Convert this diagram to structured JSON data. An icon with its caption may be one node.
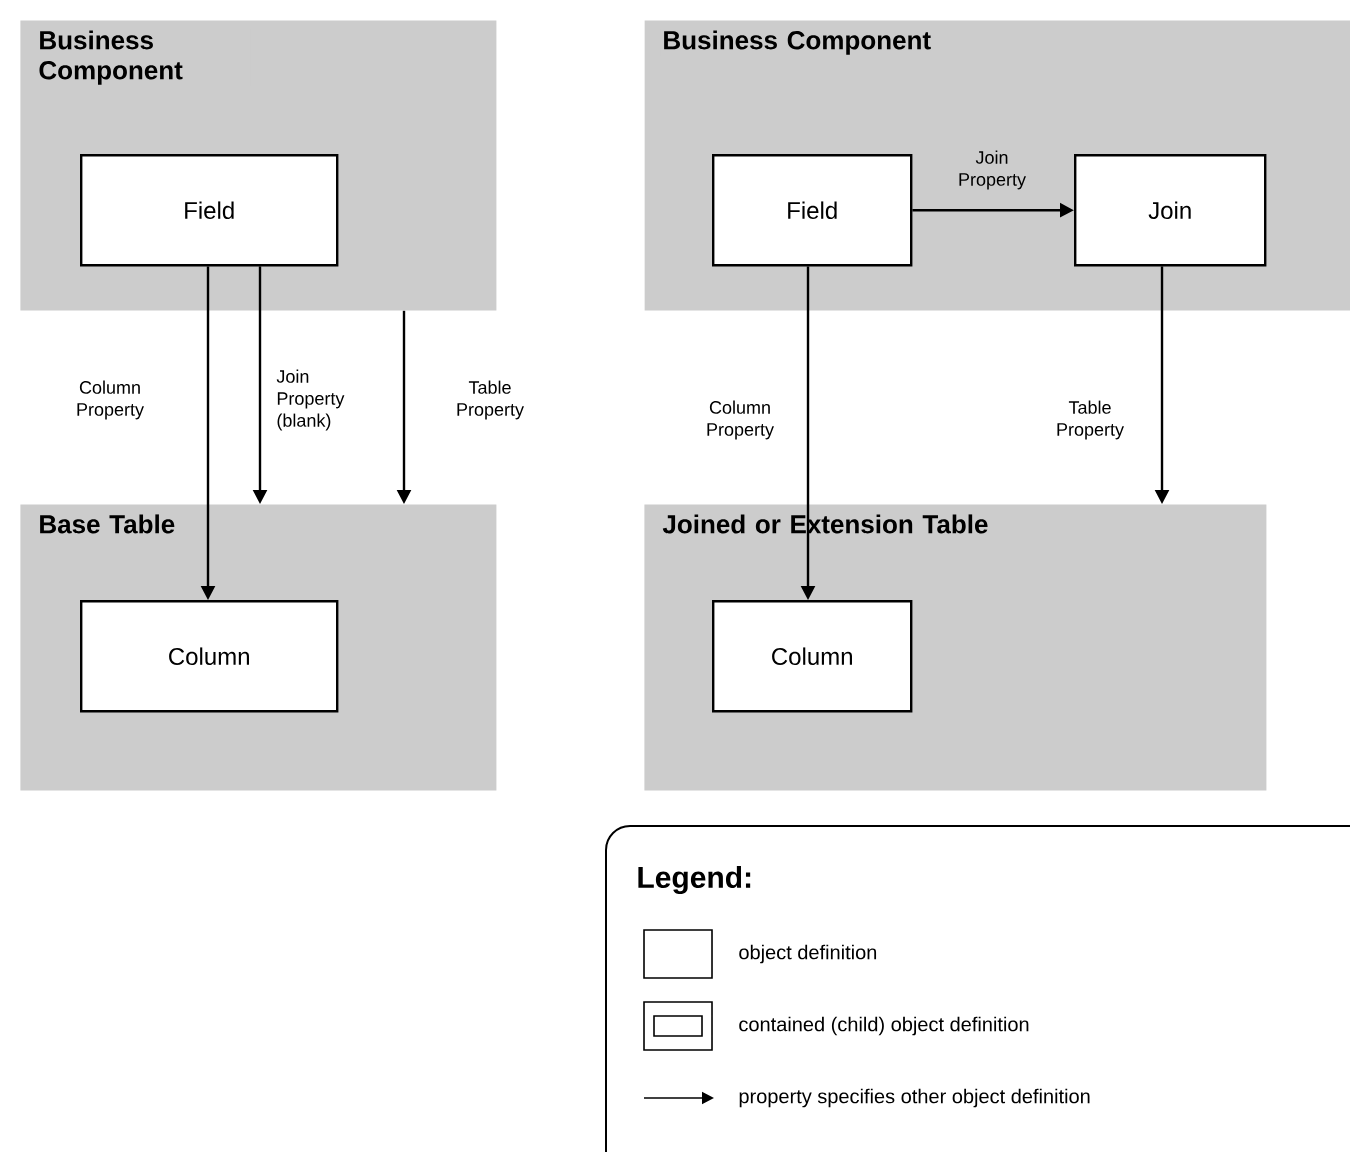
{
  "diagram": {
    "nodes": [
      {
        "text": [
          "Business Component"
        ]
      },
      {
        "text": [
          "Field"
        ],
        "in": 0
      },
      {
        "text": [
          "Base Table"
        ]
      },
      {
        "text": [
          "Column"
        ],
        "in": 2
      },
      {
        "text": [
          "Business Component"
        ]
      },
      {
        "text": [
          "Field"
        ],
        "in": 4
      },
      {
        "text": [
          "Join"
        ],
        "in": 4
      },
      {
        "text": [
          "Joined or Extension Table"
        ]
      },
      {
        "text": [
          "Column"
        ],
        "in": 7
      }
    ],
    "edges": [
      {
        "from": 1,
        "to": 3,
        "arrow": "to",
        "label": "Column Property"
      },
      {
        "from": 1,
        "to": 2,
        "arrow": "to",
        "label": "Join Property (blank)"
      },
      {
        "from": 0,
        "to": 2,
        "arrow": "to",
        "label": "Table Property"
      },
      {
        "from": 5,
        "to": 6,
        "arrow": "to",
        "label": "Join Property"
      },
      {
        "from": 5,
        "to": 8,
        "arrow": "to",
        "label": "Column Property"
      },
      {
        "from": 6,
        "to": 7,
        "arrow": "to",
        "label": "Table Property"
      }
    ],
    "labels": [
      "Legend:"
    ],
    "legend": [
      {
        "text": "object definition"
      },
      {
        "text": "contained (child) object definition"
      },
      {
        "text": "property specifies other object definition"
      }
    ]
  }
}
